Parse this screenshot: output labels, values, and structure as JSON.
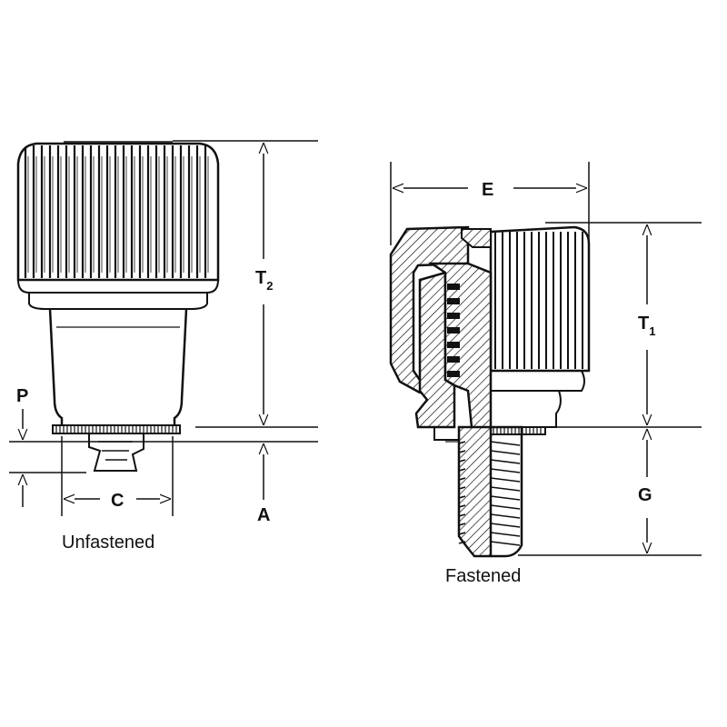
{
  "views": [
    {
      "caption": "Unfastened"
    },
    {
      "caption": "Fastened"
    }
  ],
  "dimensions": {
    "T2": {
      "letter": "T",
      "sub": "2"
    },
    "P": "P",
    "A": "A",
    "C": "C",
    "E": "E",
    "T1": {
      "letter": "T",
      "sub": "1"
    },
    "G": "G"
  },
  "colors": {
    "line": "#111111",
    "background": "#ffffff"
  }
}
